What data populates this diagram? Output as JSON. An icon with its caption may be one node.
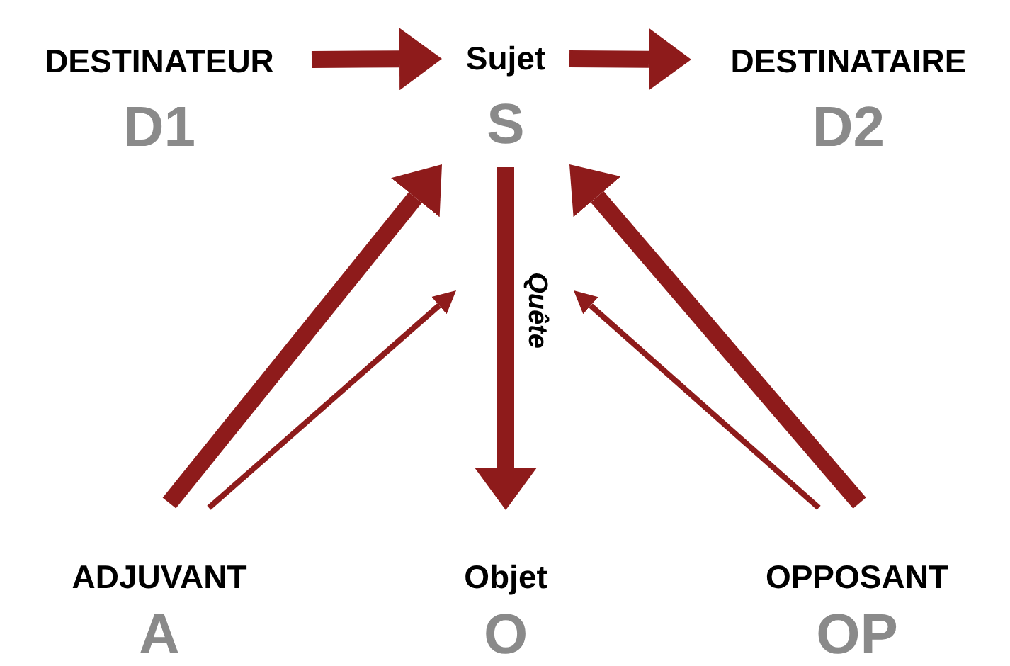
{
  "diagram": {
    "nodes": [
      {
        "text": [
          "DESTINATEUR",
          "D1"
        ]
      },
      {
        "text": [
          "Sujet",
          "S"
        ]
      },
      {
        "text": [
          "DESTINATAIRE",
          "D2"
        ]
      },
      {
        "text": [
          "ADJUVANT",
          "A"
        ]
      },
      {
        "text": [
          "Objet",
          "O"
        ]
      },
      {
        "text": [
          "OPPOSANT",
          "OP"
        ]
      }
    ],
    "edges": [
      {
        "from": 0,
        "to": 1,
        "arrow": "to"
      },
      {
        "from": 1,
        "to": 2,
        "arrow": "to"
      },
      {
        "from": 1,
        "to": 4,
        "arrow": "to",
        "label": "Quête"
      },
      {
        "from": 3,
        "to": 1,
        "arrow": "to"
      },
      {
        "from": 3,
        "to": null,
        "arrow": "to"
      },
      {
        "from": 5,
        "to": 1,
        "arrow": "to"
      },
      {
        "from": 5,
        "to": null,
        "arrow": "to"
      }
    ]
  }
}
